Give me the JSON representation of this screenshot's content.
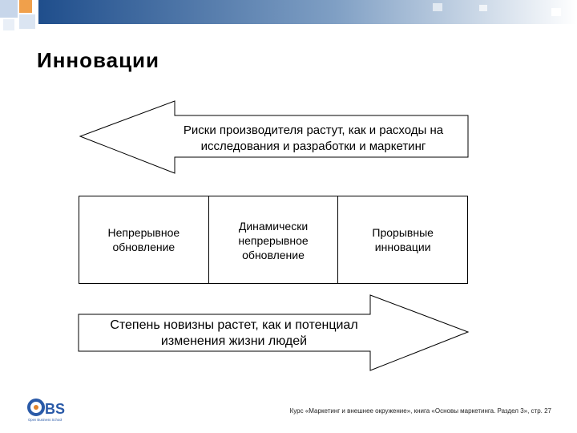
{
  "slide": {
    "title": "Инновации"
  },
  "arrows": {
    "risk": {
      "text": "Риски производителя растут, как и расходы на исследования и разработки и маркетинг"
    },
    "novelty": {
      "text": "Степень новизны растет, как и потенциал изменения жизни людей"
    }
  },
  "stages": [
    {
      "label": "Непрерывное обновление"
    },
    {
      "label": "Динамически непрерывное обновление"
    },
    {
      "label": "Прорывные инновации"
    }
  ],
  "logo": {
    "letters": "OBS",
    "tagline": "Open Business School"
  },
  "footer": {
    "text": "Курс «Маркетинг и внешнее окружение», книга «Основы маркетинга. Раздел 3», стр. 27"
  },
  "colors": {
    "band_dark": "#1f4e8c",
    "band_light": "#ffffff",
    "accent_orange": "#f0a04b",
    "logo_blue": "#2a5aa8",
    "logo_orange": "#e0822a"
  }
}
